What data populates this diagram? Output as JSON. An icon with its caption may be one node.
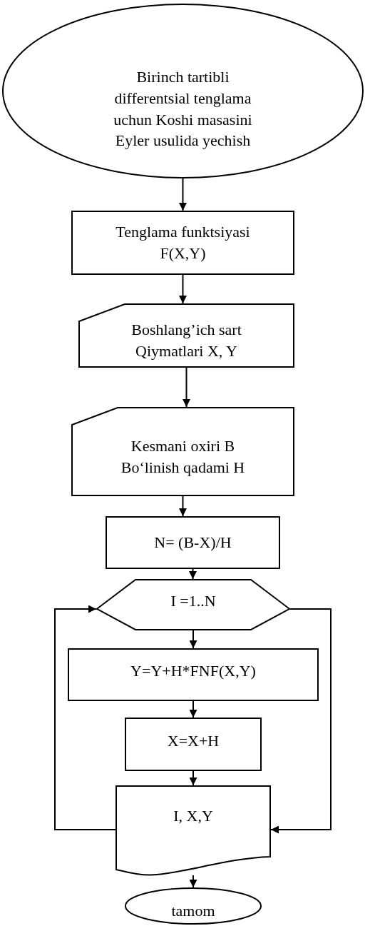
{
  "diagram": {
    "nodes": [
      {
        "text": [
          "Birinch tartibli differentsial tenglama uchun Koshi masasini Eyler usulida yechish"
        ]
      },
      {
        "text": [
          "Tenglama funktsiyasi F(X,Y)"
        ]
      },
      {
        "text": [
          "Boshlang’ich sart Qiymatlari X, Y"
        ]
      },
      {
        "text": [
          "Kesmani oxiri B Bo‘linish qadami H"
        ]
      },
      {
        "text": [
          "N= (B-X)/H"
        ]
      },
      {
        "text": [
          "I =1..N"
        ]
      },
      {
        "text": [
          "Y=Y+H*FNF(X,Y)"
        ]
      },
      {
        "text": [
          "X=X+H"
        ]
      },
      {
        "text": [
          "I, X,Y"
        ]
      },
      {
        "text": [
          "tamom"
        ]
      }
    ],
    "edges": [
      {
        "from": 0,
        "to": 1,
        "arrow": "to"
      },
      {
        "from": 1,
        "to": 2,
        "arrow": "to"
      },
      {
        "from": 2,
        "to": 3,
        "arrow": "to"
      },
      {
        "from": 3,
        "to": 4,
        "arrow": "to"
      },
      {
        "from": 4,
        "to": 5,
        "arrow": "to"
      },
      {
        "from": 5,
        "to": 6,
        "arrow": "to"
      },
      {
        "from": 6,
        "to": 7,
        "arrow": "to"
      },
      {
        "from": 7,
        "to": 8,
        "arrow": "to"
      },
      {
        "from": 8,
        "to": 9,
        "arrow": "to"
      },
      {
        "from": 8,
        "to": 5,
        "arrow": "to"
      },
      {
        "from": 5,
        "to": 8,
        "arrow": "to"
      }
    ]
  }
}
